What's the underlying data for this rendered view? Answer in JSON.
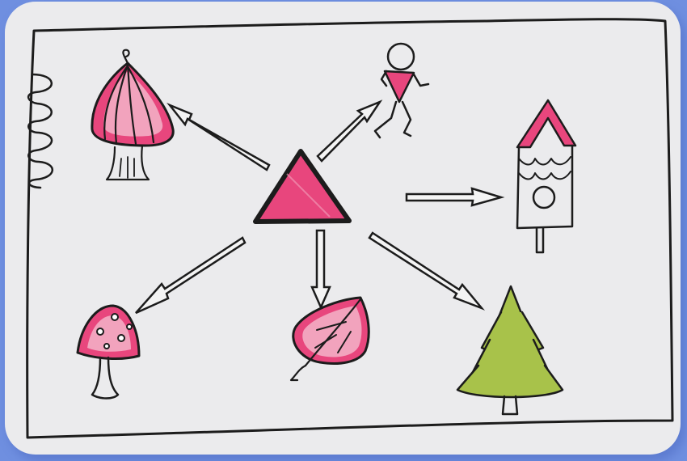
{
  "colors": {
    "background": "#6f8fe0",
    "paper": "#ebebed",
    "ink": "#1c1c1c",
    "pink": "#e8467d",
    "pink_light": "#f2a3bd",
    "green": "#a8c24a",
    "arrow_fill": "#f4f4f4"
  },
  "drawing": {
    "central_shape": "pink-triangle",
    "connections": [
      {
        "from": "pink-triangle",
        "to": "onion-dome-icon"
      },
      {
        "from": "pink-triangle",
        "to": "running-figure-icon"
      },
      {
        "from": "pink-triangle",
        "to": "birdhouse-icon"
      },
      {
        "from": "pink-triangle",
        "to": "fir-tree-icon"
      },
      {
        "from": "pink-triangle",
        "to": "leaf-icon"
      },
      {
        "from": "pink-triangle",
        "to": "mushroom-icon"
      }
    ]
  }
}
